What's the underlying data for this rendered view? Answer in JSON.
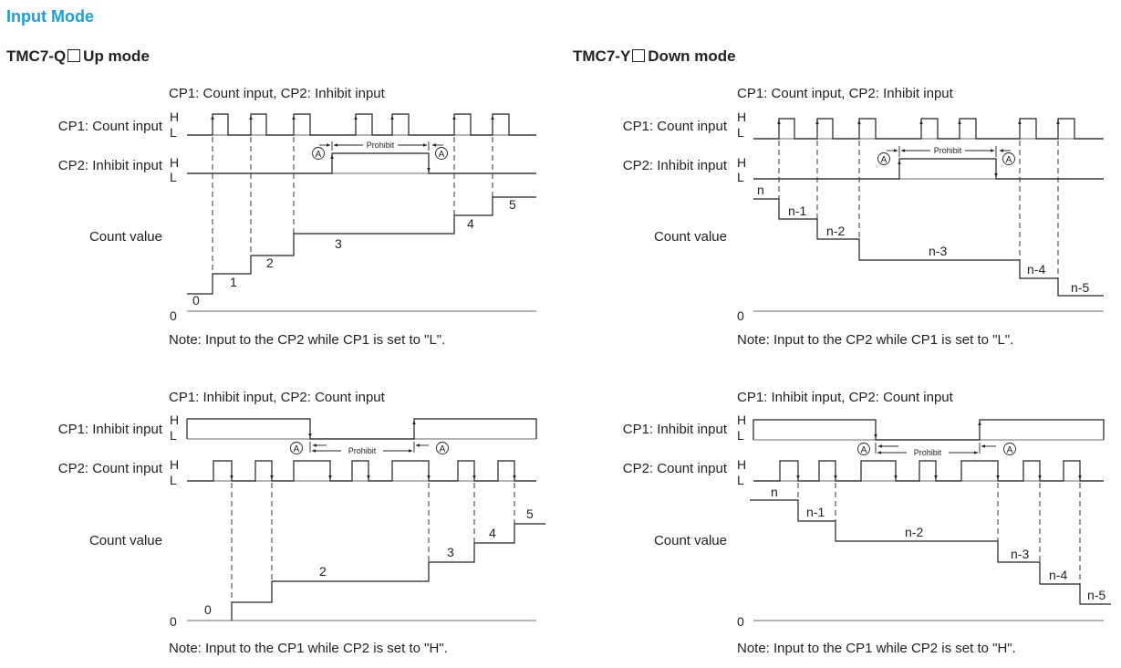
{
  "page_title": "Input Mode",
  "sections": [
    {
      "model": "TMC7-Q",
      "mode": "Up mode"
    },
    {
      "model": "TMC7-Y",
      "mode": "Down mode"
    }
  ],
  "panels": [
    {
      "title": "CP1: Count input, CP2: Inhibit input",
      "row1_label": "CP1: Count input",
      "row2_label": "CP2: Inhibit input",
      "row3_label": "Count value",
      "levels": [
        "H",
        "L"
      ],
      "zero": "0",
      "prohibit": "Prohibit",
      "marker": "A",
      "counts": [
        "0",
        "1",
        "2",
        "3",
        "4",
        "5"
      ],
      "note": "Note: Input to the CP2 while CP1 is set to \"L\"."
    },
    {
      "title": "CP1: Count input, CP2: Inhibit input",
      "row1_label": "CP1: Count input",
      "row2_label": "CP2: Inhibit input",
      "row3_label": "Count value",
      "levels": [
        "H",
        "L"
      ],
      "zero": "0",
      "prohibit": "Prohibit",
      "marker": "A",
      "counts": [
        "n",
        "n-1",
        "n-2",
        "n-3",
        "n-4",
        "n-5"
      ],
      "note": "Note: Input to the CP2 while CP1 is set to \"L\"."
    },
    {
      "title": "CP1: Inhibit input, CP2: Count input",
      "row1_label": "CP1: Inhibit input",
      "row2_label": "CP2: Count input",
      "row3_label": "Count value",
      "levels": [
        "H",
        "L"
      ],
      "zero": "0",
      "prohibit": "Prohibit",
      "marker": "A",
      "counts": [
        "0",
        "2",
        "3",
        "4",
        "5"
      ],
      "note": "Note: Input to the CP1 while CP2 is set to \"H\"."
    },
    {
      "title": "CP1: Inhibit input, CP2: Count input",
      "row1_label": "CP1: Inhibit input",
      "row2_label": "CP2: Count input",
      "row3_label": "Count value",
      "levels": [
        "H",
        "L"
      ],
      "zero": "0",
      "prohibit": "Prohibit",
      "marker": "A",
      "counts": [
        "n",
        "n-1",
        "n-2",
        "n-3",
        "n-4",
        "n-5"
      ],
      "note": "Note: Input to the CP1 while CP2 is set to \"H\"."
    }
  ]
}
